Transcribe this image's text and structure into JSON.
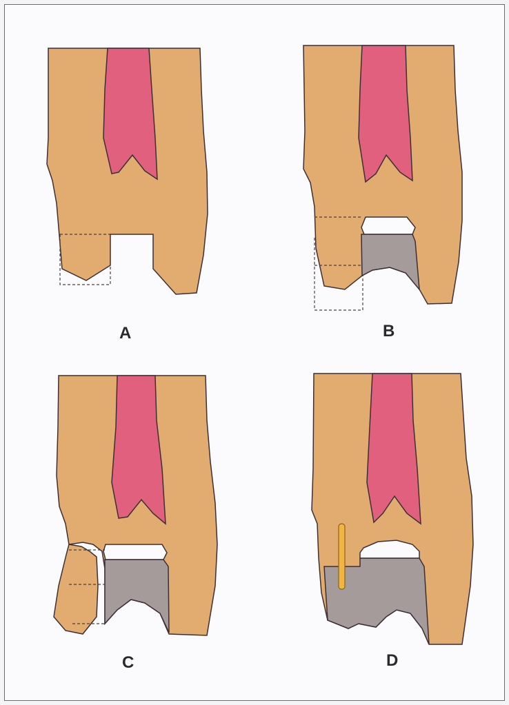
{
  "figure": {
    "panels": [
      {
        "id": "A",
        "label": "A"
      },
      {
        "id": "B",
        "label": "B"
      },
      {
        "id": "C",
        "label": "C"
      },
      {
        "id": "D",
        "label": "D"
      }
    ]
  },
  "colors": {
    "dentin": "#e2ac70",
    "pulp": "#e0607e",
    "restoration": "#a69b9b",
    "pin": "#f0b545",
    "outline": "#3b2f35",
    "background": "#fbfbfd"
  }
}
